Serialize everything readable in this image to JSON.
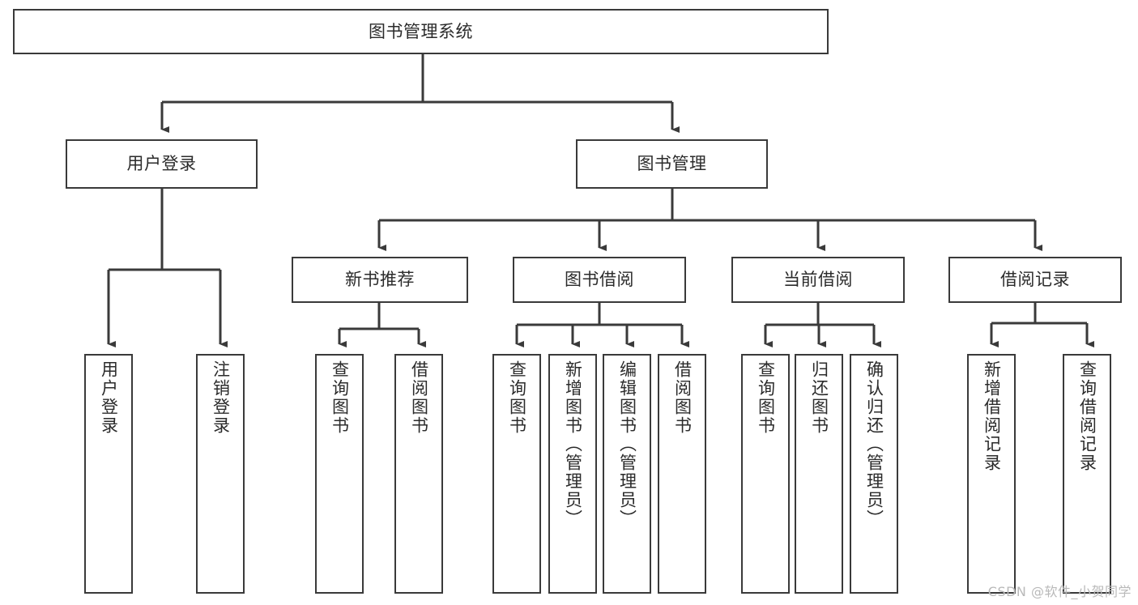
{
  "diagram": {
    "title": "图书管理系统",
    "type": "hierarchy-tree",
    "watermark": "CSDN @软件_小贺同学",
    "colors": {
      "box_border": "#3a3a3a",
      "box_fill": "#ffffff",
      "text": "#2b2b2b",
      "edge": "#3a3a3a",
      "watermark": "#b9b9b9",
      "background": "#ffffff"
    },
    "nodes": {
      "root": {
        "label": "图书管理系统",
        "level": 0
      },
      "level1": [
        {
          "id": "user-login",
          "label": "用户登录"
        },
        {
          "id": "book-manage",
          "label": "图书管理"
        }
      ],
      "level2": [
        {
          "id": "new-book-recommend",
          "label": "新书推荐",
          "parent": "book-manage"
        },
        {
          "id": "book-borrow",
          "label": "图书借阅",
          "parent": "book-manage"
        },
        {
          "id": "current-borrow",
          "label": "当前借阅",
          "parent": "book-manage"
        },
        {
          "id": "borrow-record",
          "label": "借阅记录",
          "parent": "book-manage"
        }
      ],
      "leaves": {
        "user-login": [
          {
            "id": "leaf-user-login",
            "label": "用户登录"
          },
          {
            "id": "leaf-logout",
            "label": "注销登录"
          }
        ],
        "new-book-recommend": [
          {
            "id": "leaf-query-book-1",
            "label": "查询图书"
          },
          {
            "id": "leaf-borrow-book-1",
            "label": "借阅图书"
          }
        ],
        "book-borrow": [
          {
            "id": "leaf-query-book-2",
            "label": "查询图书"
          },
          {
            "id": "leaf-add-book",
            "label": "新增图书（管理员）"
          },
          {
            "id": "leaf-edit-book",
            "label": "编辑图书（管理员）"
          },
          {
            "id": "leaf-borrow-book-2",
            "label": "借阅图书"
          }
        ],
        "current-borrow": [
          {
            "id": "leaf-query-book-3",
            "label": "查询图书"
          },
          {
            "id": "leaf-return-book",
            "label": "归还图书"
          },
          {
            "id": "leaf-confirm-return",
            "label": "确认归还（管理员）"
          }
        ],
        "borrow-record": [
          {
            "id": "leaf-add-record",
            "label": "新增借阅记录"
          },
          {
            "id": "leaf-query-record",
            "label": "查询借阅记录"
          }
        ]
      }
    }
  }
}
